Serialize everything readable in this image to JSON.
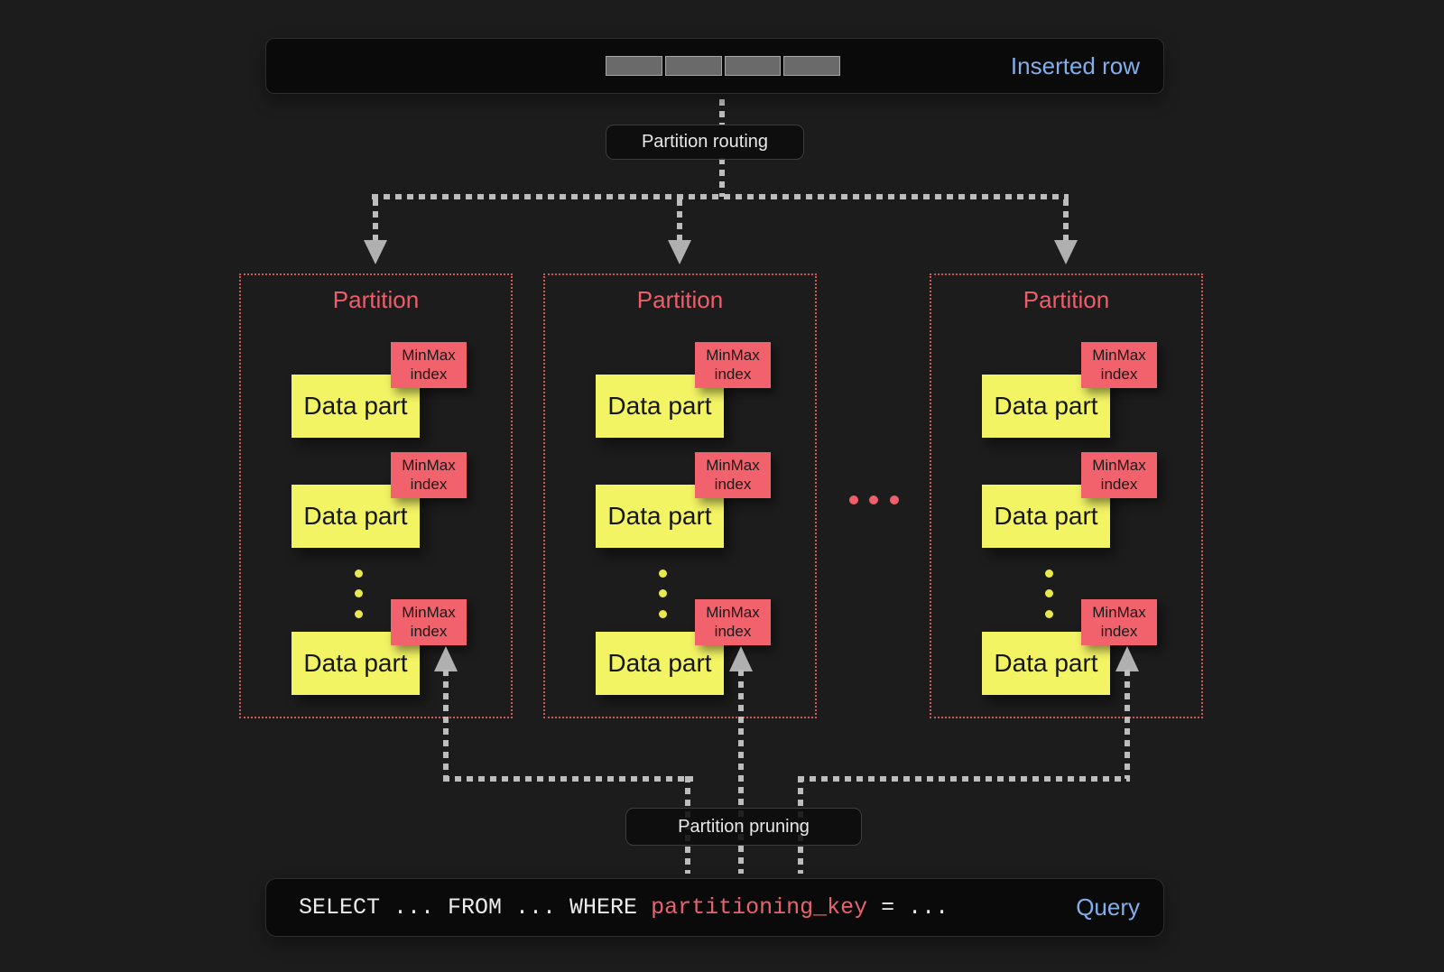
{
  "inserted_row_box": {
    "label": "Inserted row",
    "segment_count": 4
  },
  "routing_pill": {
    "label": "Partition routing"
  },
  "pruning_pill": {
    "label": "Partition pruning"
  },
  "partitions": [
    {
      "title": "Partition",
      "parts": [
        {
          "label": "Data part",
          "index_label": "MinMax index"
        },
        {
          "label": "Data part",
          "index_label": "MinMax index"
        },
        {
          "label": "Data part",
          "index_label": "MinMax index"
        }
      ]
    },
    {
      "title": "Partition",
      "parts": [
        {
          "label": "Data part",
          "index_label": "MinMax index"
        },
        {
          "label": "Data part",
          "index_label": "MinMax index"
        },
        {
          "label": "Data part",
          "index_label": "MinMax index"
        }
      ]
    },
    {
      "title": "Partition",
      "parts": [
        {
          "label": "Data part",
          "index_label": "MinMax index"
        },
        {
          "label": "Data part",
          "index_label": "MinMax index"
        },
        {
          "label": "Data part",
          "index_label": "MinMax index"
        }
      ]
    }
  ],
  "query_box": {
    "sql_prefix": "SELECT ... FROM ... WHERE ",
    "sql_key": "partitioning_key",
    "sql_suffix": " = ...",
    "label": "Query"
  },
  "colors": {
    "background": "#1c1c1c",
    "panel": "#0a0a0a",
    "accent_red": "#ee5e6a",
    "partition_border_red": "#d15858",
    "tag_red": "#f2626d",
    "data_part_yellow": "#f3f464",
    "link_blue": "#82aeea",
    "sql_key_red": "#e8636e",
    "arrow_gray": "#b0b0b0",
    "dash_gray": "#bdbdbd"
  }
}
